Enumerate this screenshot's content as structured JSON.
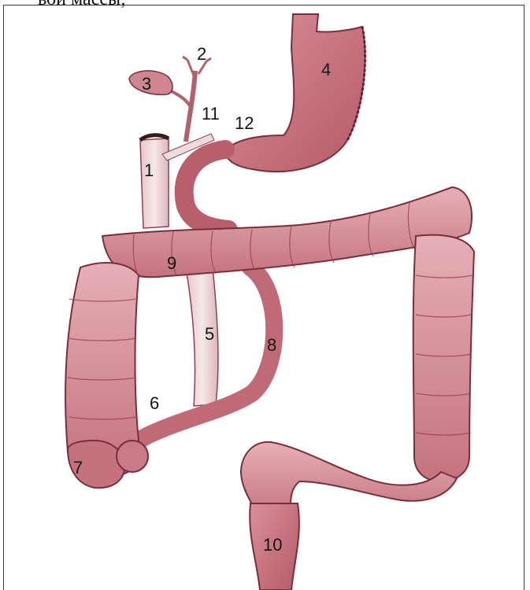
{
  "caption": "вой массы;",
  "labels": {
    "l1": "1",
    "l2": "2",
    "l3": "3",
    "l4": "4",
    "l5": "5",
    "l6": "6",
    "l7": "7",
    "l8": "8",
    "l9": "9",
    "l10": "10",
    "l11": "11",
    "l12": "12"
  },
  "colors": {
    "organ_fill": "#c8707a",
    "organ_dark": "#9b3f4c",
    "organ_light": "#ecc4c8",
    "bowel_pale": "#f0dcdc",
    "outline": "#7a2e3a"
  }
}
